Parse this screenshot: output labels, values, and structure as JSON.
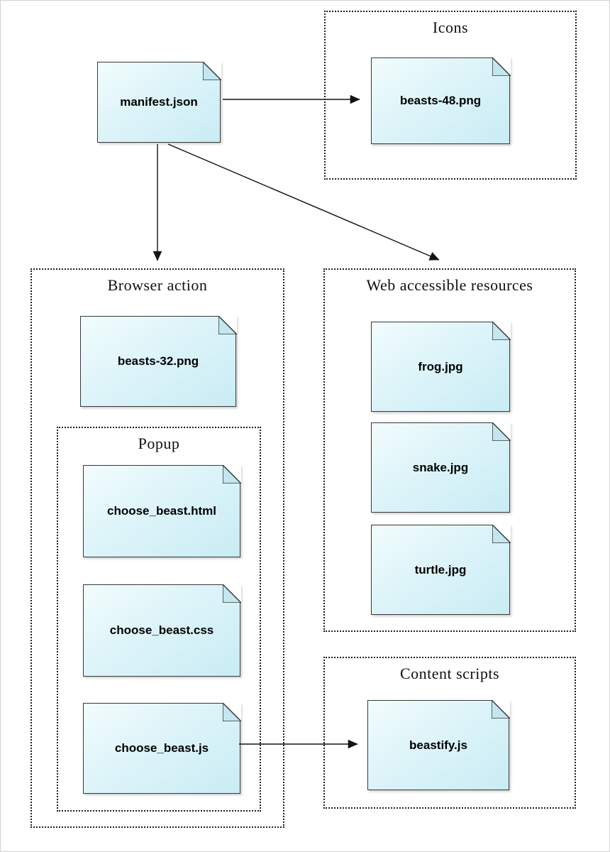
{
  "diagram": {
    "type": "file-structure",
    "root": {
      "label": "manifest.json"
    },
    "groups": {
      "icons": {
        "title": "Icons",
        "files": [
          {
            "label": "beasts-48.png"
          }
        ]
      },
      "browser_action": {
        "title": "Browser action",
        "files": [
          {
            "label": "beasts-32.png"
          }
        ],
        "popup": {
          "title": "Popup",
          "files": [
            {
              "label": "choose_beast.html"
            },
            {
              "label": "choose_beast.css"
            },
            {
              "label": "choose_beast.js"
            }
          ]
        }
      },
      "web_accessible_resources": {
        "title": "Web accessible resources",
        "files": [
          {
            "label": "frog.jpg"
          },
          {
            "label": "snake.jpg"
          },
          {
            "label": "turtle.jpg"
          }
        ]
      },
      "content_scripts": {
        "title": "Content scripts",
        "files": [
          {
            "label": "beastify.js"
          }
        ]
      }
    },
    "edges": [
      {
        "from": "manifest.json",
        "to": "beasts-48.png"
      },
      {
        "from": "manifest.json",
        "to": "Browser action"
      },
      {
        "from": "manifest.json",
        "to": "Web accessible resources"
      },
      {
        "from": "choose_beast.js",
        "to": "beastify.js"
      }
    ],
    "colors": {
      "file_fill": "#d9f2f8",
      "file_fold": "#c3e6ef",
      "file_border": "#3a3a3a",
      "box_border": "#1f1f1f",
      "arrow": "#141414",
      "background": "#ffffff"
    }
  }
}
